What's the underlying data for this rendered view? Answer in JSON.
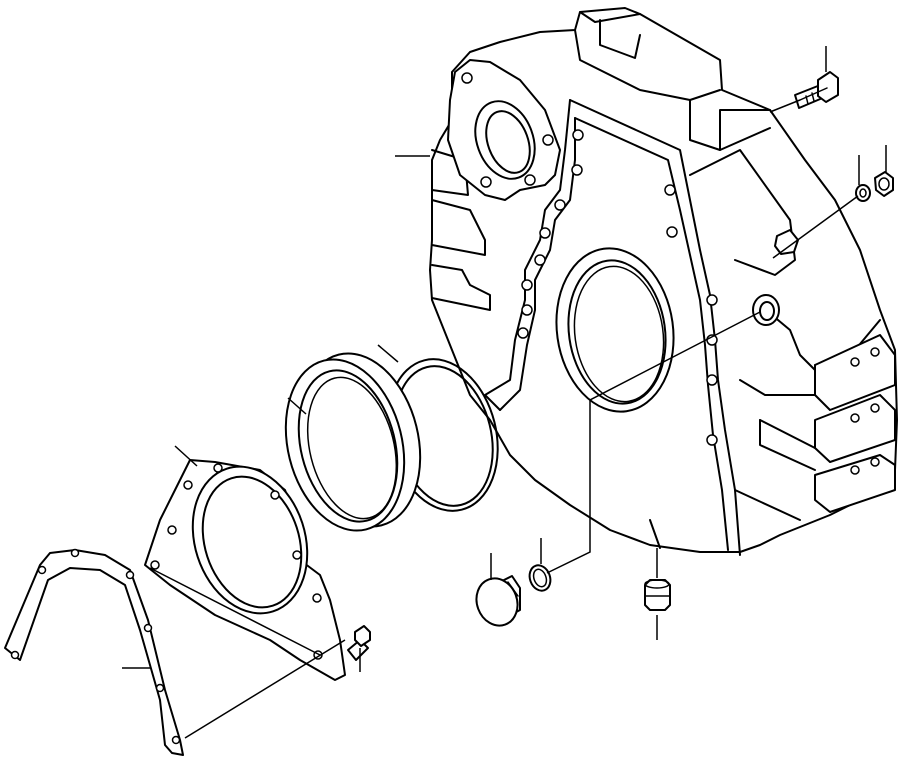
{
  "diagram": {
    "type": "exploded-parts-view",
    "background_color": "#ffffff",
    "line_color": "#000000",
    "parts": [
      {
        "name": "flywheel-housing"
      },
      {
        "name": "housing-bolt"
      },
      {
        "name": "washer-small"
      },
      {
        "name": "plug-nut"
      },
      {
        "name": "oil-seal-ring"
      },
      {
        "name": "rear-seal"
      },
      {
        "name": "seal-retainer"
      },
      {
        "name": "retainer-gasket"
      },
      {
        "name": "retainer-bolt"
      },
      {
        "name": "inspection-plug"
      },
      {
        "name": "plug-o-ring"
      },
      {
        "name": "dowel-pin"
      }
    ],
    "callouts": []
  }
}
